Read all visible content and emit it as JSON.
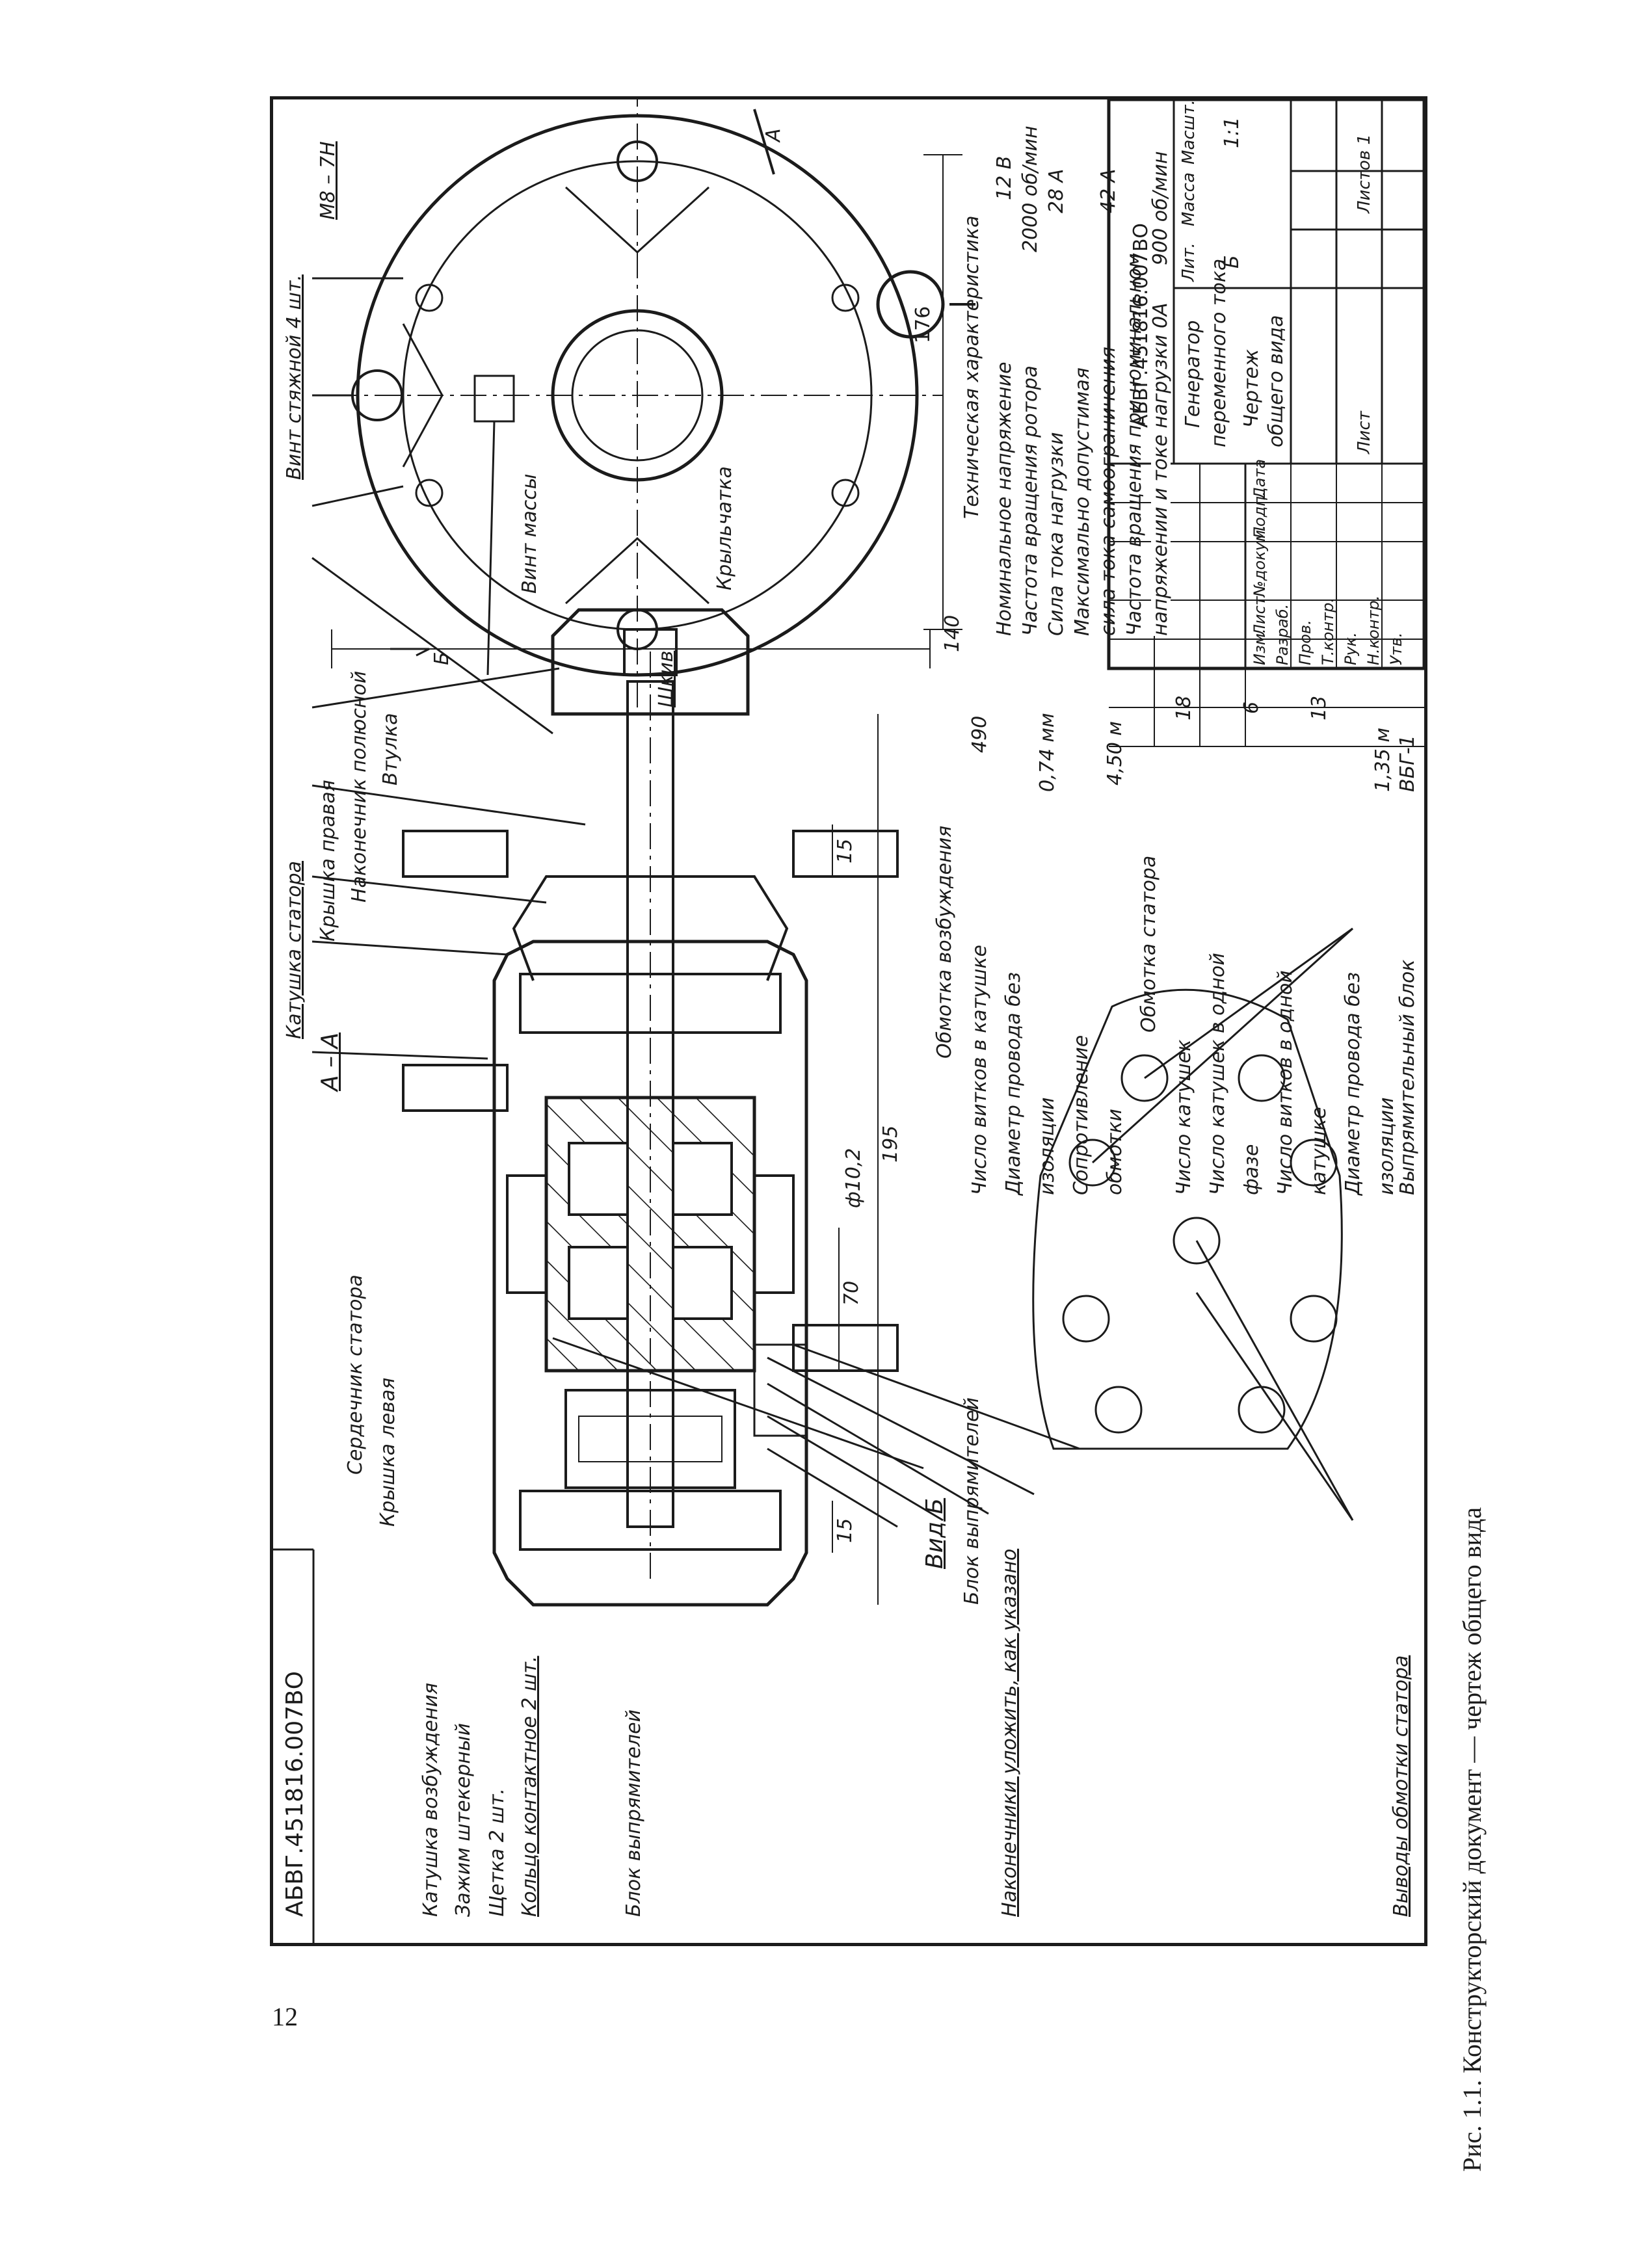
{
  "page_number": "12",
  "caption": "Рис. 1.1. Конструкторский документ — чертеж общего вида",
  "doc_code_rotated": "АБВГ.451816.007ВО",
  "section_aa": "А – А",
  "view_b": "Вид Б",
  "labels_left": {
    "serdechnik": "Сердечник статора",
    "kryshka_levaya": "Крышка левая",
    "katushka_vozb": "Катушка возбуждения",
    "zazhim": "Зажим штекерный",
    "shchetka": "Щетка 2 шт.",
    "koltso": "Кольцо контактное 2 шт.",
    "blok": "Блок выпрямителей"
  },
  "labels_top": {
    "katushka_statora": "Катушка статора",
    "kryshka_pravaya": "Крышка правая",
    "nakonechnik": "Наконечник полюсной",
    "vtulka": "Втулка",
    "shkiv": "Шкив",
    "krylchatka": "Крыльчатка",
    "vint_massy": "Винт массы",
    "vint_styazhnoy": "Винт стяжной 4 шт.",
    "m8": "М8 – 7Н"
  },
  "dims": {
    "d176": "176",
    "d140": "140",
    "d195": "195",
    "d70": "70",
    "d15a": "15",
    "d15b": "15",
    "phi": "ф10,2",
    "arrow_a": "А",
    "arrow_b": "Б"
  },
  "view_b_notes": {
    "blok_vypr": "Блок выпрямителей",
    "nakonechniki": "Наконечники уложить, как указано",
    "vyvody": "Выводы обмотки статора"
  },
  "windings": {
    "vozb_title": "Обмотка возбуждения",
    "vozb_rows": [
      {
        "name": "Число витков в катушке",
        "value": "490"
      },
      {
        "name": "Диаметр провода без",
        "value": ""
      },
      {
        "name": "изоляции",
        "value": "0,74 мм"
      },
      {
        "name": "Сопротивление",
        "value": ""
      },
      {
        "name": "обмотки",
        "value": "4,50 м"
      }
    ],
    "stator_title": "Обмотка статора",
    "stator_rows": [
      {
        "name": "Число катушек",
        "value": "18"
      },
      {
        "name": "Число катушек в одной",
        "value": ""
      },
      {
        "name": "фазе",
        "value": "6"
      },
      {
        "name": "Число витков в одной",
        "value": ""
      },
      {
        "name": "катушке",
        "value": "13"
      },
      {
        "name": "Диаметр провода без",
        "value": ""
      },
      {
        "name": "изоляции",
        "value": "1,35 м"
      },
      {
        "name": "Выпрямительный блок",
        "value": "ВБГ-1"
      }
    ]
  },
  "tech": {
    "title": "Техническая характеристика",
    "rows": [
      {
        "name": "Номинальное напряжение",
        "value": "12 В"
      },
      {
        "name": "Частота вращения ротора",
        "value": "2000 об/мин"
      },
      {
        "name": "Сила тока нагрузки",
        "value": "28 А"
      },
      {
        "name": "Максимально допустимая",
        "value": ""
      },
      {
        "name": "сила тока самоограничения",
        "value": "42 А"
      },
      {
        "name": "Частота вращения при номинальном",
        "value": ""
      },
      {
        "name": "напряжении и токе нагрузки 0А",
        "value": "900 об/мин"
      }
    ]
  },
  "title_block": {
    "code": "АБВГ.451816.007ВО",
    "name1": "Генератор",
    "name2": "переменного тока",
    "doc1": "Чертеж",
    "doc2": "общего вида",
    "hdr": [
      "Изм.",
      "Лист",
      "№докум.",
      "Подп.",
      "Дата"
    ],
    "roles": [
      "Разраб.",
      "Пров.",
      "Т.контр.",
      "Рук.",
      "Н.контр.",
      "Утв."
    ],
    "lit": "Лит.",
    "massa": "Масса",
    "masht": "Масшт.",
    "lit_val": "Б",
    "scale": "1:1",
    "list": "Лист",
    "listov": "Листов 1"
  }
}
